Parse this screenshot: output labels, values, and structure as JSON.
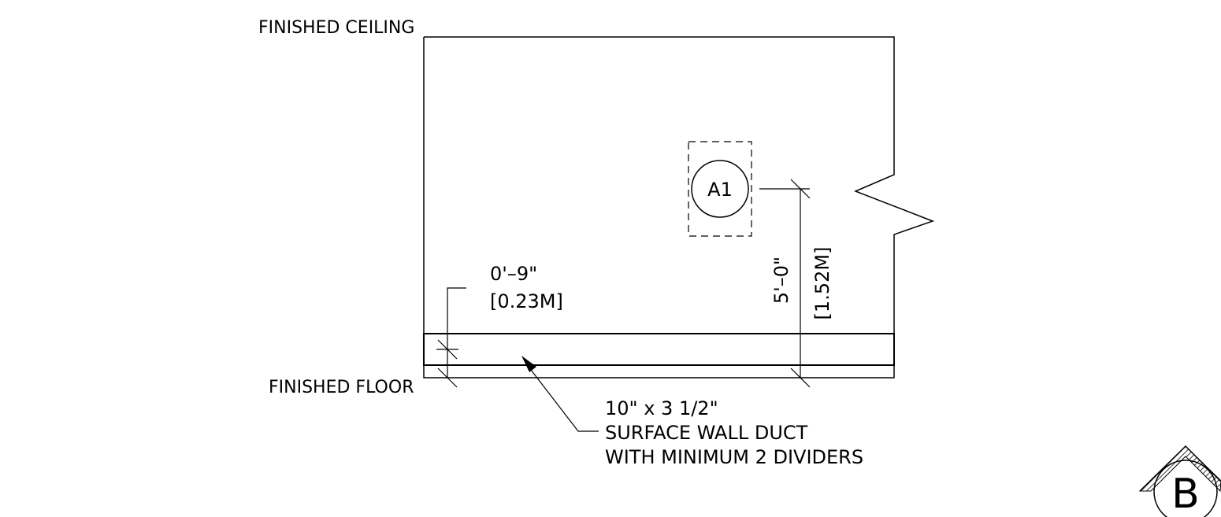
{
  "labels": {
    "finished_ceiling": "FINISHED CEILING",
    "finished_floor": "FINISHED FLOOR",
    "device_tag": "A1",
    "section_marker": "B"
  },
  "dimensions": {
    "duct_height_imperial": "0'–9\"",
    "duct_height_metric": "[0.23M]",
    "device_height_imperial": "5'–0\"",
    "device_height_metric": "[1.52M]"
  },
  "callout": {
    "line1": "10\" x 3 1/2\"",
    "line2": "SURFACE WALL DUCT",
    "line3": "WITH MINIMUM 2 DIVIDERS"
  }
}
